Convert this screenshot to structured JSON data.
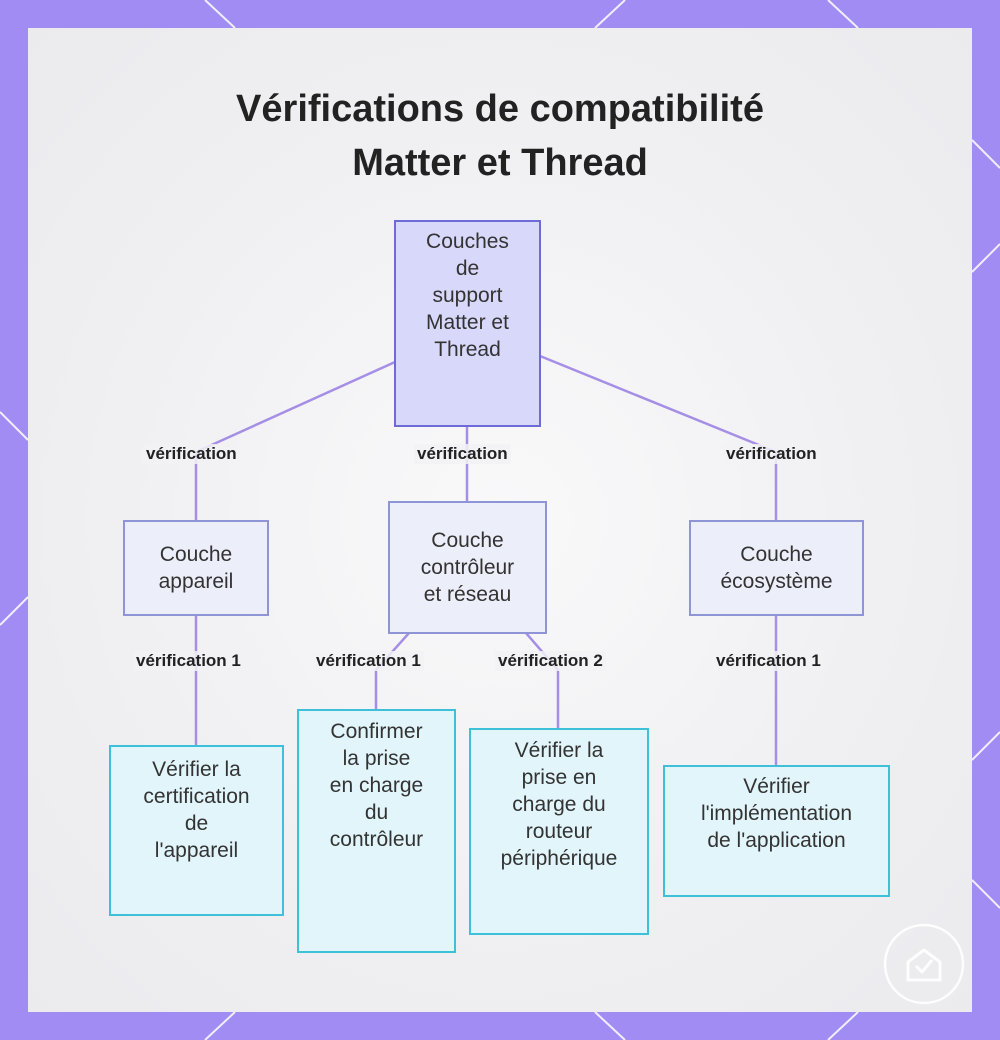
{
  "title": {
    "line1": "Vérifications de compatibilité",
    "line2": "Matter et Thread"
  },
  "nodes": {
    "root": "Couches\nde\nsupport\nMatter et\nThread",
    "device_layer": "Couche\nappareil",
    "controller_layer": "Couche\ncontrôleur\net réseau",
    "ecosystem_layer": "Couche\nécosystème",
    "verify_device": "Vérifier la\ncertification\nde\nl'appareil",
    "confirm_controller": "Confirmer\nla prise\nen charge\ndu\ncontrôleur",
    "verify_border_router": "Vérifier la\nprise en\ncharge du\nrouteur\npériphérique",
    "verify_app": "Vérifier\nl'implémentation\nde l'application"
  },
  "edges": {
    "root_to_device": "vérification",
    "root_to_controller": "vérification",
    "root_to_ecosystem": "vérification",
    "device_to_verify": "vérification 1",
    "controller_to_confirm": "vérification 1",
    "controller_to_router": "vérification 2",
    "ecosystem_to_app": "vérification 1"
  },
  "colors": {
    "frame": "#a08cf2",
    "connector": "#a58fe6",
    "root_fill": "#d8d8fb",
    "root_border": "#6e6ad6",
    "mid_fill": "#eceef9",
    "mid_border": "#8f94d6",
    "leaf_fill": "#e2f5fa",
    "leaf_border": "#3ec0d9"
  },
  "icons": {
    "logo": "house-check-icon"
  }
}
